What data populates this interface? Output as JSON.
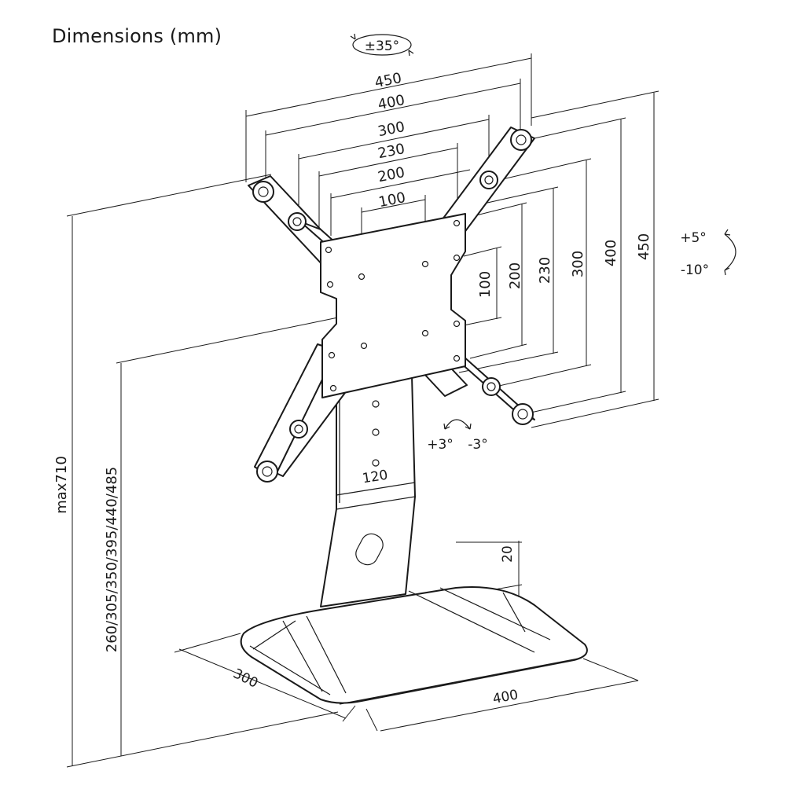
{
  "title": "Dimensions (mm)",
  "rotation": {
    "swivel": "±35°",
    "tilt_up": "+5°",
    "tilt_down": "-10°",
    "pivot_plus": "+3°",
    "pivot_minus": "-3°"
  },
  "vesa_horizontal": [
    "450",
    "400",
    "300",
    "230",
    "200",
    "100"
  ],
  "vesa_vertical": [
    "100",
    "200",
    "230",
    "300",
    "400",
    "450"
  ],
  "column_width": "120",
  "base_height": "20",
  "base_depth": "300",
  "base_width": "400",
  "max_height": "max710",
  "height_positions": "260/305/350/395/440/485",
  "colors": {
    "line": "#1a1a1a",
    "background": "#ffffff"
  }
}
